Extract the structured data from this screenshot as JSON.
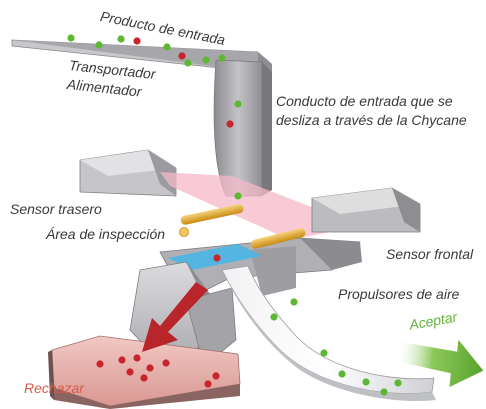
{
  "labels": {
    "product_in": "Producto de entrada",
    "feeder_line1": "Transportador",
    "feeder_line2": "Alimentador",
    "chute_line1": "Conducto de entrada que se",
    "chute_line2": "desliza a través de la Chycane",
    "rear_sensor": "Sensor trasero",
    "inspection_area": "Área de inspección",
    "front_sensor": "Sensor frontal",
    "air_jets": "Propulsores de aire",
    "accept": "Aceptar",
    "reject": "Rechazar"
  },
  "colors": {
    "good_product": "#5cb832",
    "bad_product": "#c8242c",
    "reject_arrow": "#b8252a",
    "accept_arrow": "#6cb33f",
    "inspection_light": "#f4b8c8",
    "inspection_plane": "#44b6e8",
    "sensor_rod": "#e0a21a",
    "machine_metal": "#b4b4b8",
    "reject_tray": "#e6aaa6"
  }
}
